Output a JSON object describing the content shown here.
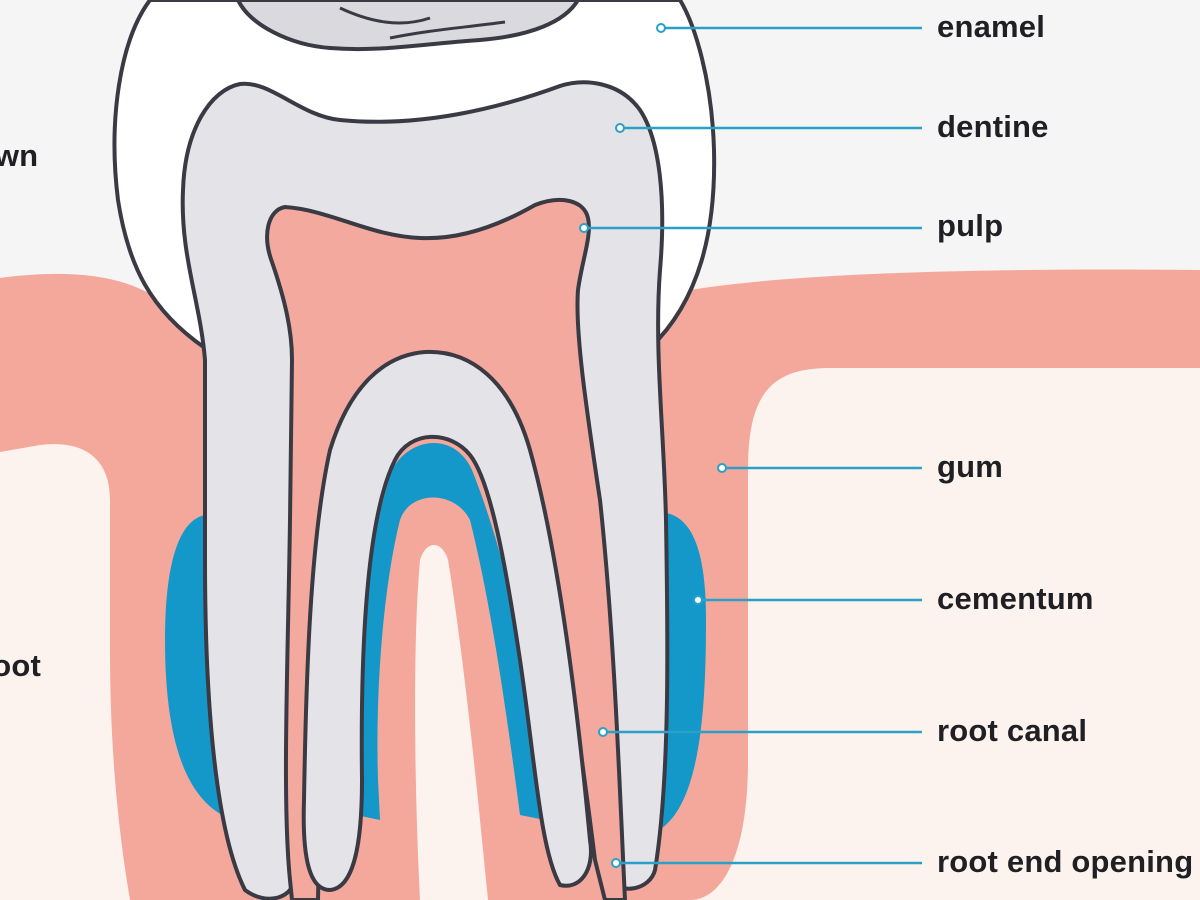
{
  "labels": {
    "enamel": "enamel",
    "dentine": "dentine",
    "pulp": "pulp",
    "gum": "gum",
    "cementum": "cementum",
    "root_canal": "root canal",
    "root_end_opening": "root end opening"
  },
  "side_labels": {
    "crown": "crown",
    "root": "root"
  },
  "colors": {
    "background": "#f5f5f6",
    "enamel": "#ffffff",
    "dentine": "#e3e3e8",
    "pulp": "#f3a99e",
    "gum": "#f4a89b",
    "bone": "#fdf3ee",
    "cementum": "#1398c9",
    "outline": "#3a3a44",
    "leader_line": "#2aa0c8",
    "text": "#1f1f24"
  }
}
